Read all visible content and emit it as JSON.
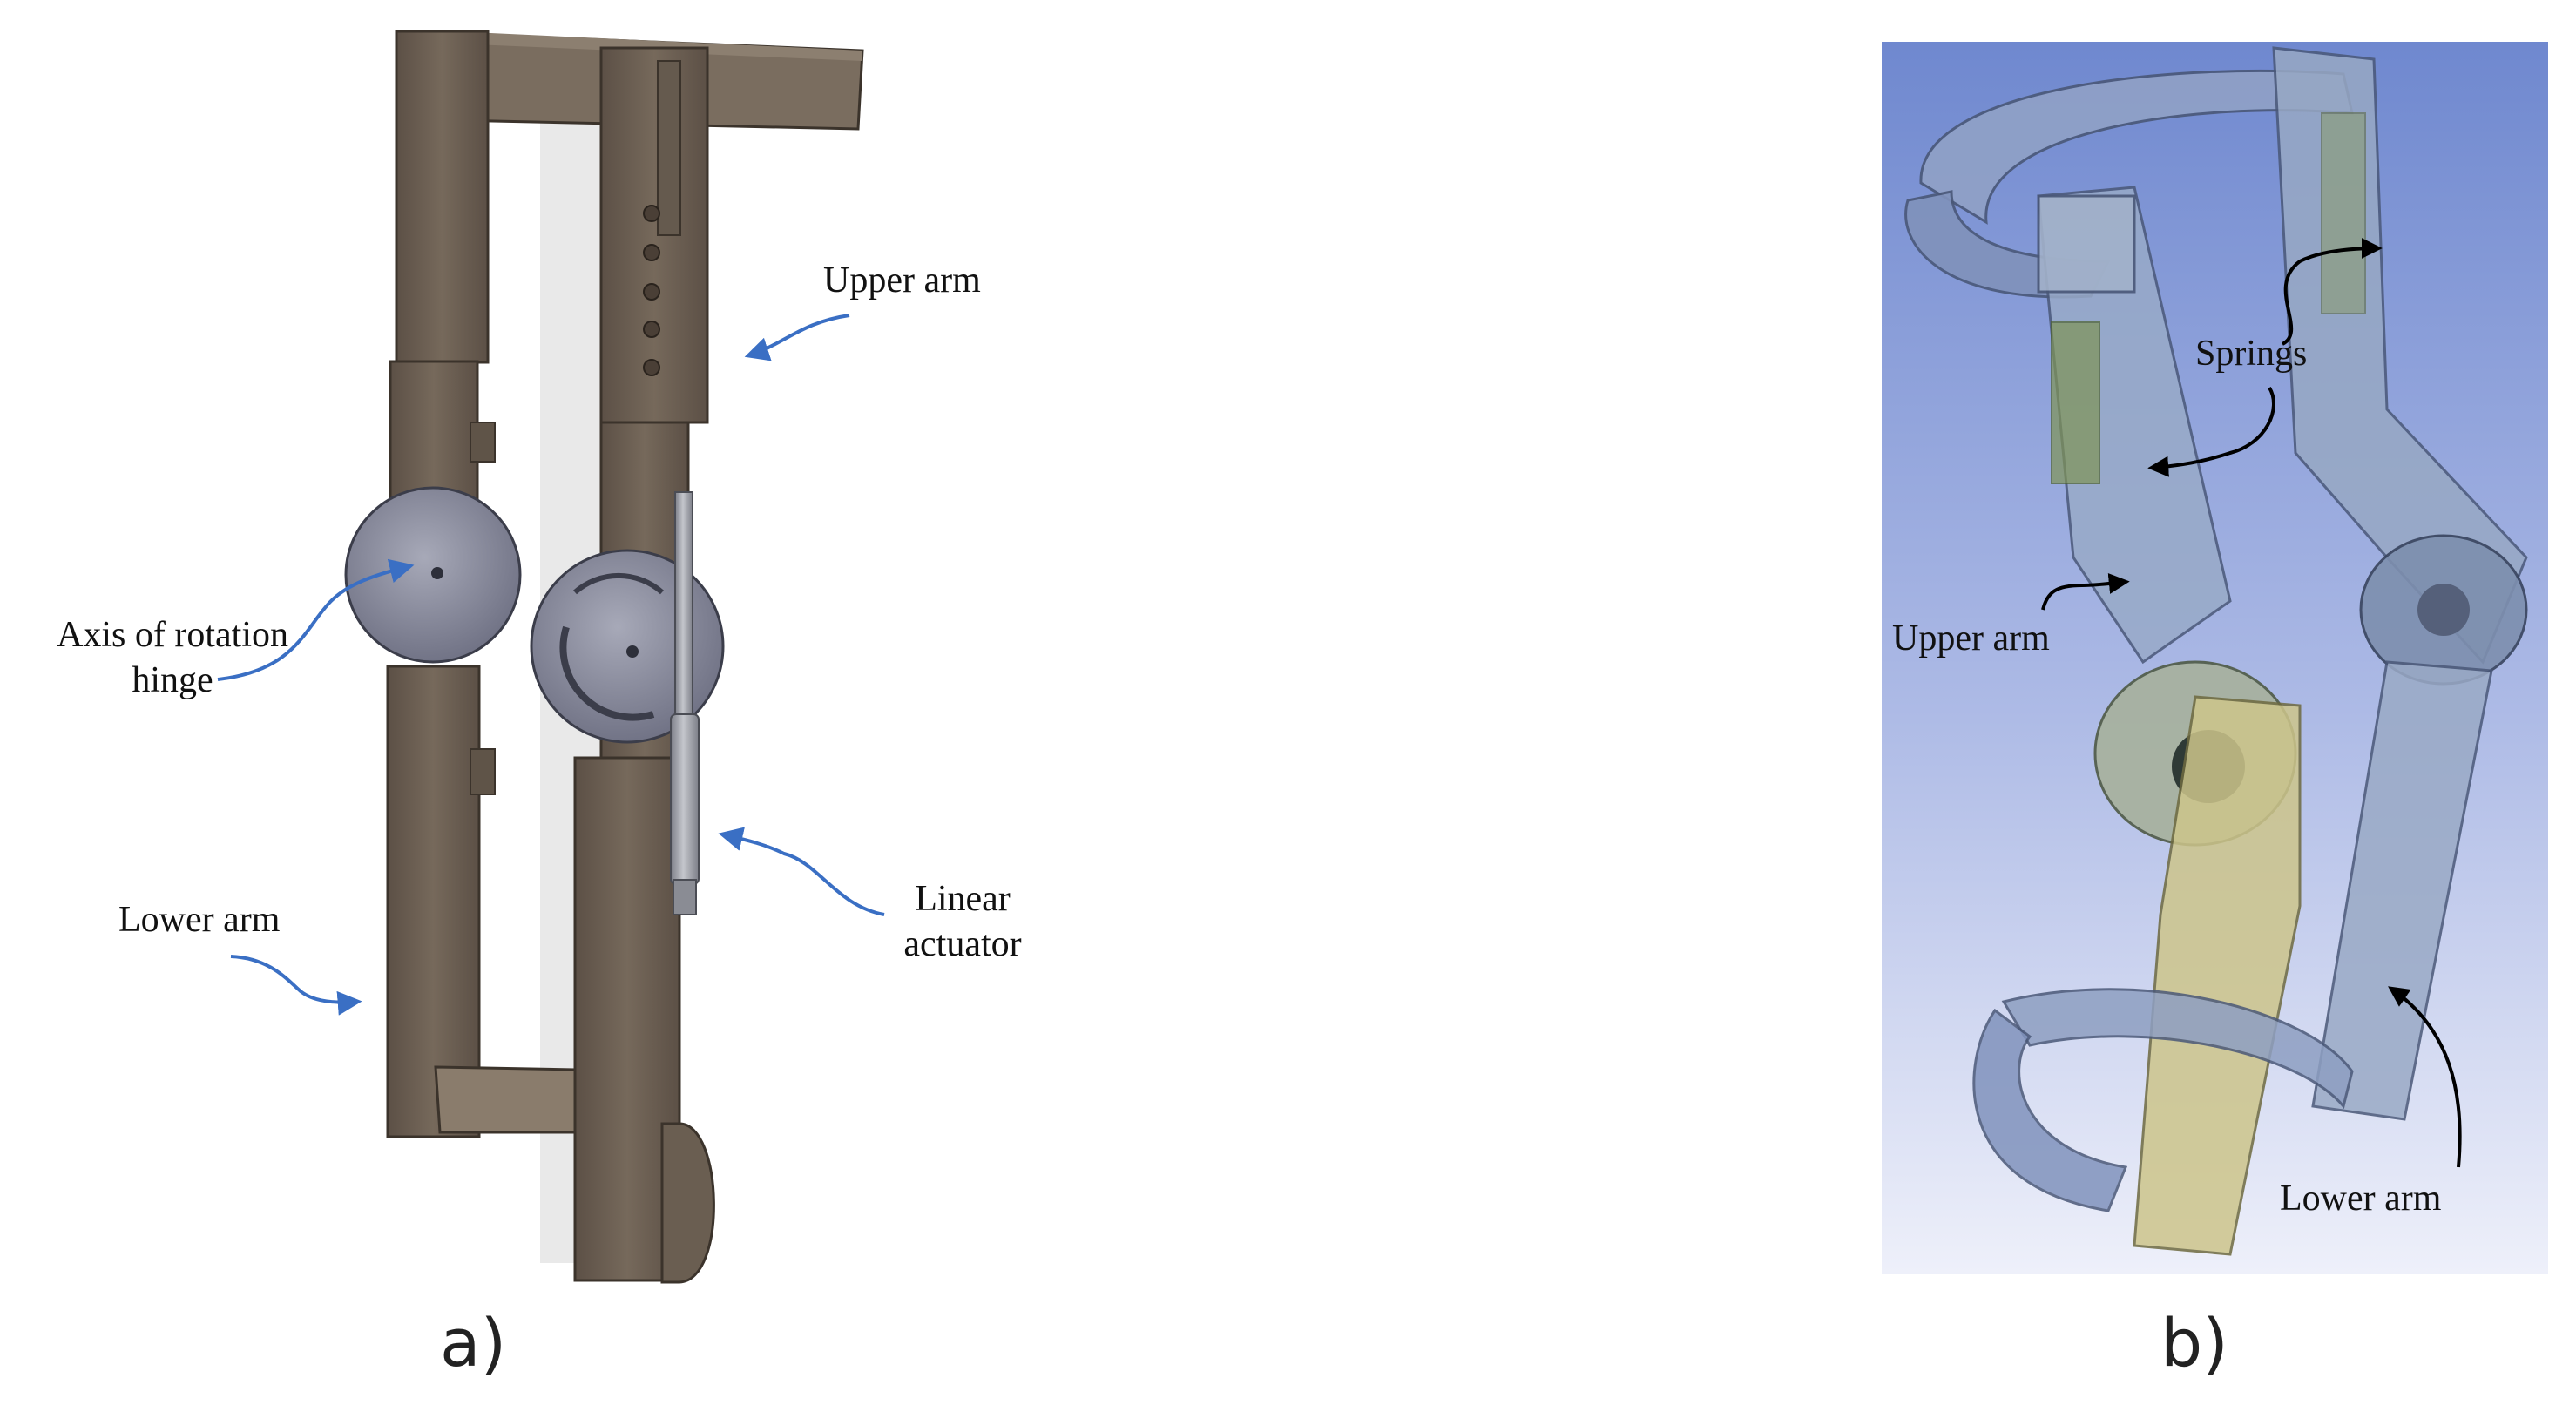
{
  "panel_a": {
    "caption": "a)",
    "labels": {
      "upper_arm": "Upper arm",
      "axis_line1": "Axis of rotation",
      "axis_line2": "hinge",
      "linear_line1": "Linear",
      "linear_line2": "actuator",
      "lower_arm": "Lower arm"
    },
    "colors": {
      "frame": "#6f6154",
      "frame_dark": "#4e4339",
      "hinge": "#8a8c9e",
      "actuator": "#9a9ca4",
      "arrow": "#3a6fc4"
    }
  },
  "panel_b": {
    "caption": "b)",
    "labels": {
      "springs": "Springs",
      "upper_arm": "Upper arm",
      "lower_arm": "Lower arm"
    },
    "colors": {
      "bg_top": "#6f88cf",
      "bg_bottom": "#eef0fa",
      "shell": "#8fa4c2",
      "yellow_arm": "#c9c28a",
      "arrow": "#000000"
    }
  }
}
